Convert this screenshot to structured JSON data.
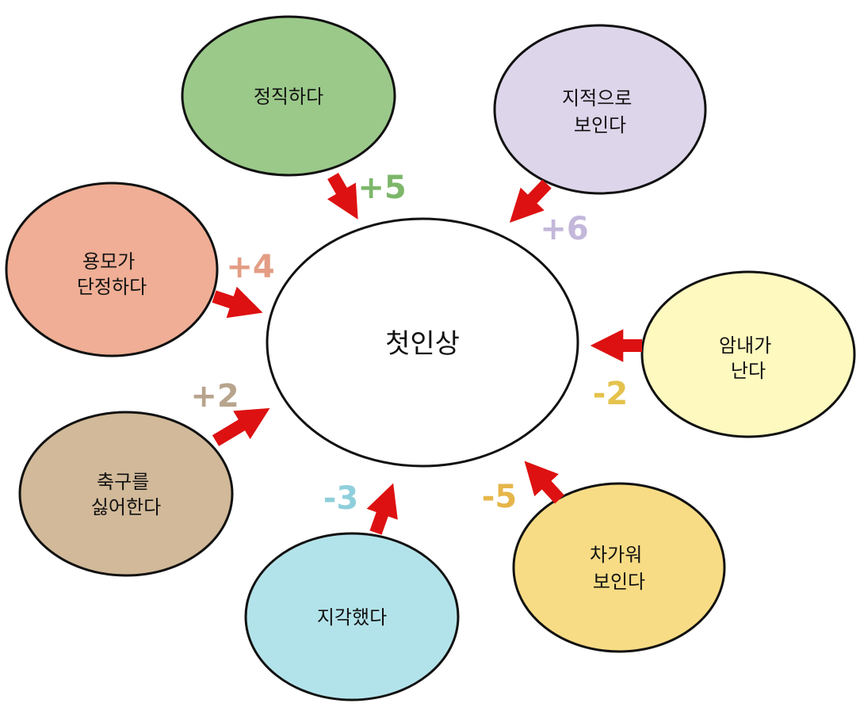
{
  "center": {
    "label": "첫인상"
  },
  "factors": [
    {
      "id": "honest",
      "lines": [
        "정직하다"
      ],
      "score": "+5",
      "fill": "#9bc98a",
      "score_color": "#7db76a"
    },
    {
      "id": "smart",
      "lines": [
        "지적으로",
        "보인다"
      ],
      "score": "+6",
      "fill": "#ddd5ea",
      "score_color": "#c3b7da"
    },
    {
      "id": "neat",
      "lines": [
        "용모가",
        "단정하다"
      ],
      "score": "+4",
      "fill": "#efae95",
      "score_color": "#e39d84"
    },
    {
      "id": "smell",
      "lines": [
        "암내가",
        "난다"
      ],
      "score": "-2",
      "fill": "#fdf9bf",
      "score_color": "#e4c24c"
    },
    {
      "id": "soccer",
      "lines": [
        "축구를",
        "싫어한다"
      ],
      "score": "+2",
      "fill": "#d1b999",
      "score_color": "#b8a48d"
    },
    {
      "id": "cold",
      "lines": [
        "차가워",
        "보인다"
      ],
      "score": "-5",
      "fill": "#f8dc85",
      "score_color": "#e6b64a"
    },
    {
      "id": "late",
      "lines": [
        "지각했다"
      ],
      "score": "-3",
      "fill": "#b3e3ea",
      "score_color": "#8fcfdc"
    }
  ],
  "colors": {
    "arrow": "#dd1111",
    "outline": "#111111",
    "center_fill": "#ffffff"
  }
}
